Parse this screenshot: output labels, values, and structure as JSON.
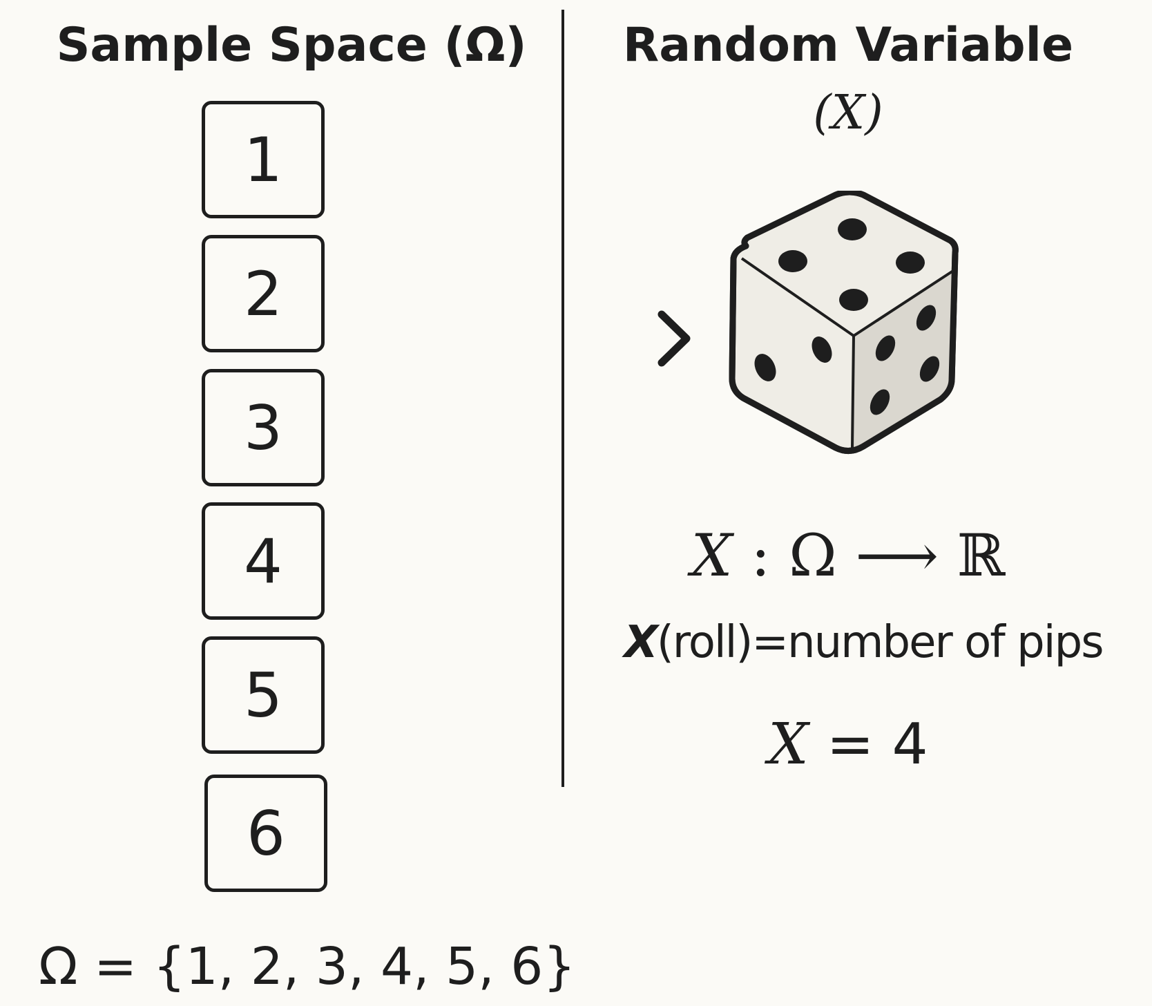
{
  "left_panel": {
    "heading": "Sample Space (Ω)",
    "outcomes": [
      "1",
      "2",
      "3",
      "4",
      "5",
      "6"
    ],
    "sample_set": "Ω = {1, 2, 3, 4, 5, 6}"
  },
  "right_panel": {
    "heading": "Random Variable",
    "symbol": "(X)",
    "mapping": {
      "var": "X",
      "colon": " : ",
      "domain": "Ω",
      "arrow": " ⟶ ",
      "codomain": "ℝ"
    },
    "definition": {
      "var": "X",
      "rest": "(roll)=number of pips"
    },
    "value": {
      "var": "X",
      "eq": " =  ",
      "num": "4"
    },
    "die": {
      "top_face_pips": 4,
      "left_face_pips": 2,
      "right_face_pips": 4
    }
  },
  "colors": {
    "background": "#fbfaf6",
    "ink": "#1e1e1e",
    "die_light": "#efede6",
    "die_shade": "#dad7cf"
  }
}
